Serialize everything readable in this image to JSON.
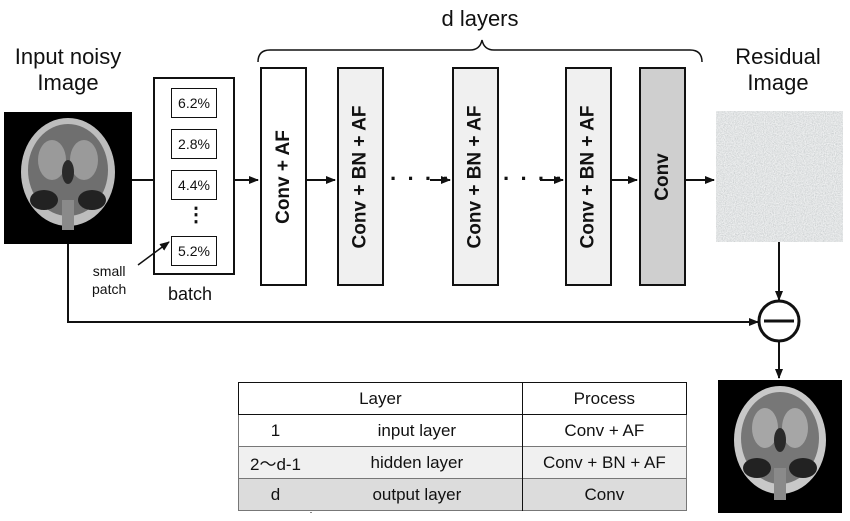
{
  "header": {
    "input_title_line1": "Input noisy",
    "input_title_line2": "Image",
    "layers_label": "d layers",
    "residual_title_line1": "Residual",
    "residual_title_line2": "Image"
  },
  "batch": {
    "patches": [
      "6.2%",
      "2.8%",
      "4.4%",
      "5.2%"
    ],
    "vdots": "⋮",
    "label": "batch",
    "small_patch_line1": "small",
    "small_patch_line2": "patch"
  },
  "blocks": [
    {
      "label": "Conv + AF",
      "fill": "#ffffff"
    },
    {
      "label": "Conv + BN + AF",
      "fill": "#f0f0f0"
    },
    {
      "label": "Conv + BN + AF",
      "fill": "#f0f0f0"
    },
    {
      "label": "Conv + BN + AF",
      "fill": "#f0f0f0"
    },
    {
      "label": "Conv",
      "fill": "#cfcfcf"
    }
  ],
  "ellipsis": "· · · ·",
  "table": {
    "header": {
      "layer": "Layer",
      "process": "Process"
    },
    "rows": [
      {
        "num": "1",
        "name": "input layer",
        "process": "Conv + AF",
        "fill": "#ffffff"
      },
      {
        "num": "2～d-1",
        "name": "hidden layer",
        "process": "Conv + BN + AF",
        "fill": "#f0f0f0"
      },
      {
        "num": "d",
        "name": "output layer",
        "process": "Conv",
        "fill": "#dcdcdc"
      }
    ]
  },
  "colors": {
    "line": "#111111",
    "residual_noise": "#8c9699",
    "mri_background": "#000000"
  },
  "icons": {
    "subtract": "minus-circle-icon",
    "input_image": "mri-brain-image",
    "output_image": "mri-brain-denoised-image",
    "residual_image": "noise-texture-image"
  }
}
